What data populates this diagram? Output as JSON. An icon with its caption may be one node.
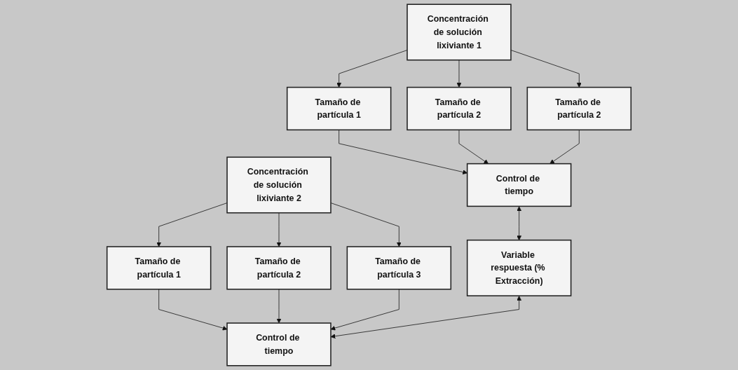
{
  "diagram": {
    "nodes": [
      {
        "text": [
          "Concentración de solución lixiviante 1"
        ]
      },
      {
        "text": [
          "Concentración de solución lixiviante 2"
        ]
      },
      {
        "text": [
          "Tamaño de partícula 1"
        ]
      },
      {
        "text": [
          "Tamaño de partícula 2"
        ]
      },
      {
        "text": [
          "Tamaño de partícula 2"
        ]
      },
      {
        "text": [
          "Tamaño de partícula 1"
        ]
      },
      {
        "text": [
          "Tamaño de partícula 2"
        ]
      },
      {
        "text": [
          "Tamaño de partícula 3"
        ]
      },
      {
        "text": [
          "Control de tiempo"
        ]
      },
      {
        "text": [
          "Variable respuesta (% Extracción)"
        ]
      },
      {
        "text": [
          "Control de tiempo"
        ]
      }
    ],
    "edges": [
      {
        "from": 0,
        "to": 2,
        "arrow": "to"
      },
      {
        "from": 0,
        "to": 3,
        "arrow": "to"
      },
      {
        "from": 0,
        "to": 4,
        "arrow": "to"
      },
      {
        "from": 1,
        "to": 5,
        "arrow": "to"
      },
      {
        "from": 1,
        "to": 6,
        "arrow": "to"
      },
      {
        "from": 1,
        "to": 7,
        "arrow": "to"
      },
      {
        "from": 2,
        "to": 8,
        "arrow": "to"
      },
      {
        "from": 3,
        "to": 8,
        "arrow": "to"
      },
      {
        "from": 4,
        "to": 8,
        "arrow": "to"
      },
      {
        "from": 5,
        "to": 10,
        "arrow": "to"
      },
      {
        "from": 6,
        "to": 10,
        "arrow": "to"
      },
      {
        "from": 7,
        "to": 10,
        "arrow": "to"
      },
      {
        "from": 8,
        "to": 9,
        "arrow": "both"
      },
      {
        "from": 9,
        "to": 10,
        "arrow": "both"
      }
    ]
  }
}
